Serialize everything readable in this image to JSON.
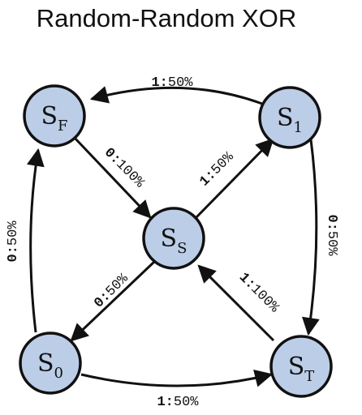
{
  "title": "Random-Random XOR",
  "colors": {
    "node_fill": "#bccde8",
    "stroke": "#111111"
  },
  "nodes": {
    "sf": {
      "main": "S",
      "sub": "F"
    },
    "s1": {
      "main": "S",
      "sub": "1"
    },
    "ss": {
      "main": "S",
      "sub": "S"
    },
    "s0": {
      "main": "S",
      "sub": "0"
    },
    "st": {
      "main": "S",
      "sub": "T"
    }
  },
  "edges": {
    "s1_to_sf": {
      "bit": "1:",
      "pct": "50%"
    },
    "sf_to_ss": {
      "bit": "0:",
      "pct": "100%"
    },
    "ss_to_s1": {
      "bit": "1:",
      "pct": "50%"
    },
    "s1_to_st": {
      "bit": "0:",
      "pct": "50%"
    },
    "s0_to_sf": {
      "bit": "0:",
      "pct": "50%"
    },
    "ss_to_s0": {
      "bit": "0:",
      "pct": "50%"
    },
    "st_to_ss": {
      "bit": "1:",
      "pct": "100%"
    },
    "s0_to_st": {
      "bit": "1:",
      "pct": "50%"
    }
  }
}
